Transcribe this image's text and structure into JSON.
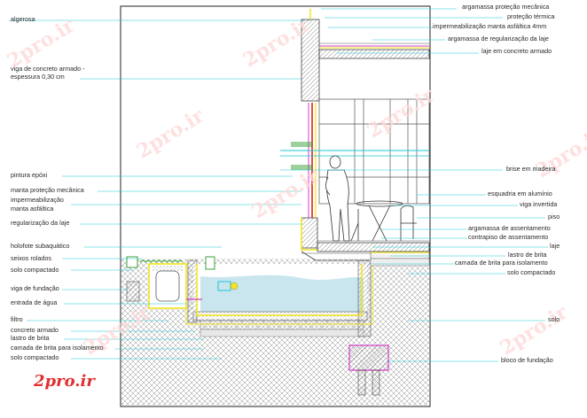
{
  "watermark": {
    "text": "2pro.ir",
    "logo_text": "2pro.ir"
  },
  "left_labels": [
    "algerosa",
    "viga de concreto armado -",
    "espessura 0,30 cm",
    "pintura epóxi",
    "manta proteção mecânica",
    "impermeabilização",
    "manta asfáltica",
    "regularização da laje",
    "holofote subaquático",
    "seixos rolados",
    "solo compactado",
    "viga de fundação",
    "entrada de água",
    "filtro",
    "concreto armado",
    "lastro de brita",
    "camada de brita para isolamento",
    "solo compactado"
  ],
  "right_labels": [
    "argamassa proteção mecânica",
    "proteção térmica",
    "impermeabilização manta asfáltica 4mm",
    "argamassa de regularização da laje",
    "laje em concreto armado",
    "brise em madeira",
    "esquadria em alumínio",
    "viga invertida",
    "piso",
    "argamassa de assentamento",
    "contrapiso de assentamento",
    "laje",
    "lastro de brita",
    "camada de brita para isolamento",
    "solo compactado",
    "solo",
    "bloco de fundação"
  ],
  "colors": {
    "cyan": "#19c7d6",
    "yellow": "#f2e51c",
    "magenta": "#d23cc8",
    "red": "#e02020",
    "green": "#3aa23a",
    "water": "#bfe3ee",
    "hatch": "#9c9c9c"
  }
}
